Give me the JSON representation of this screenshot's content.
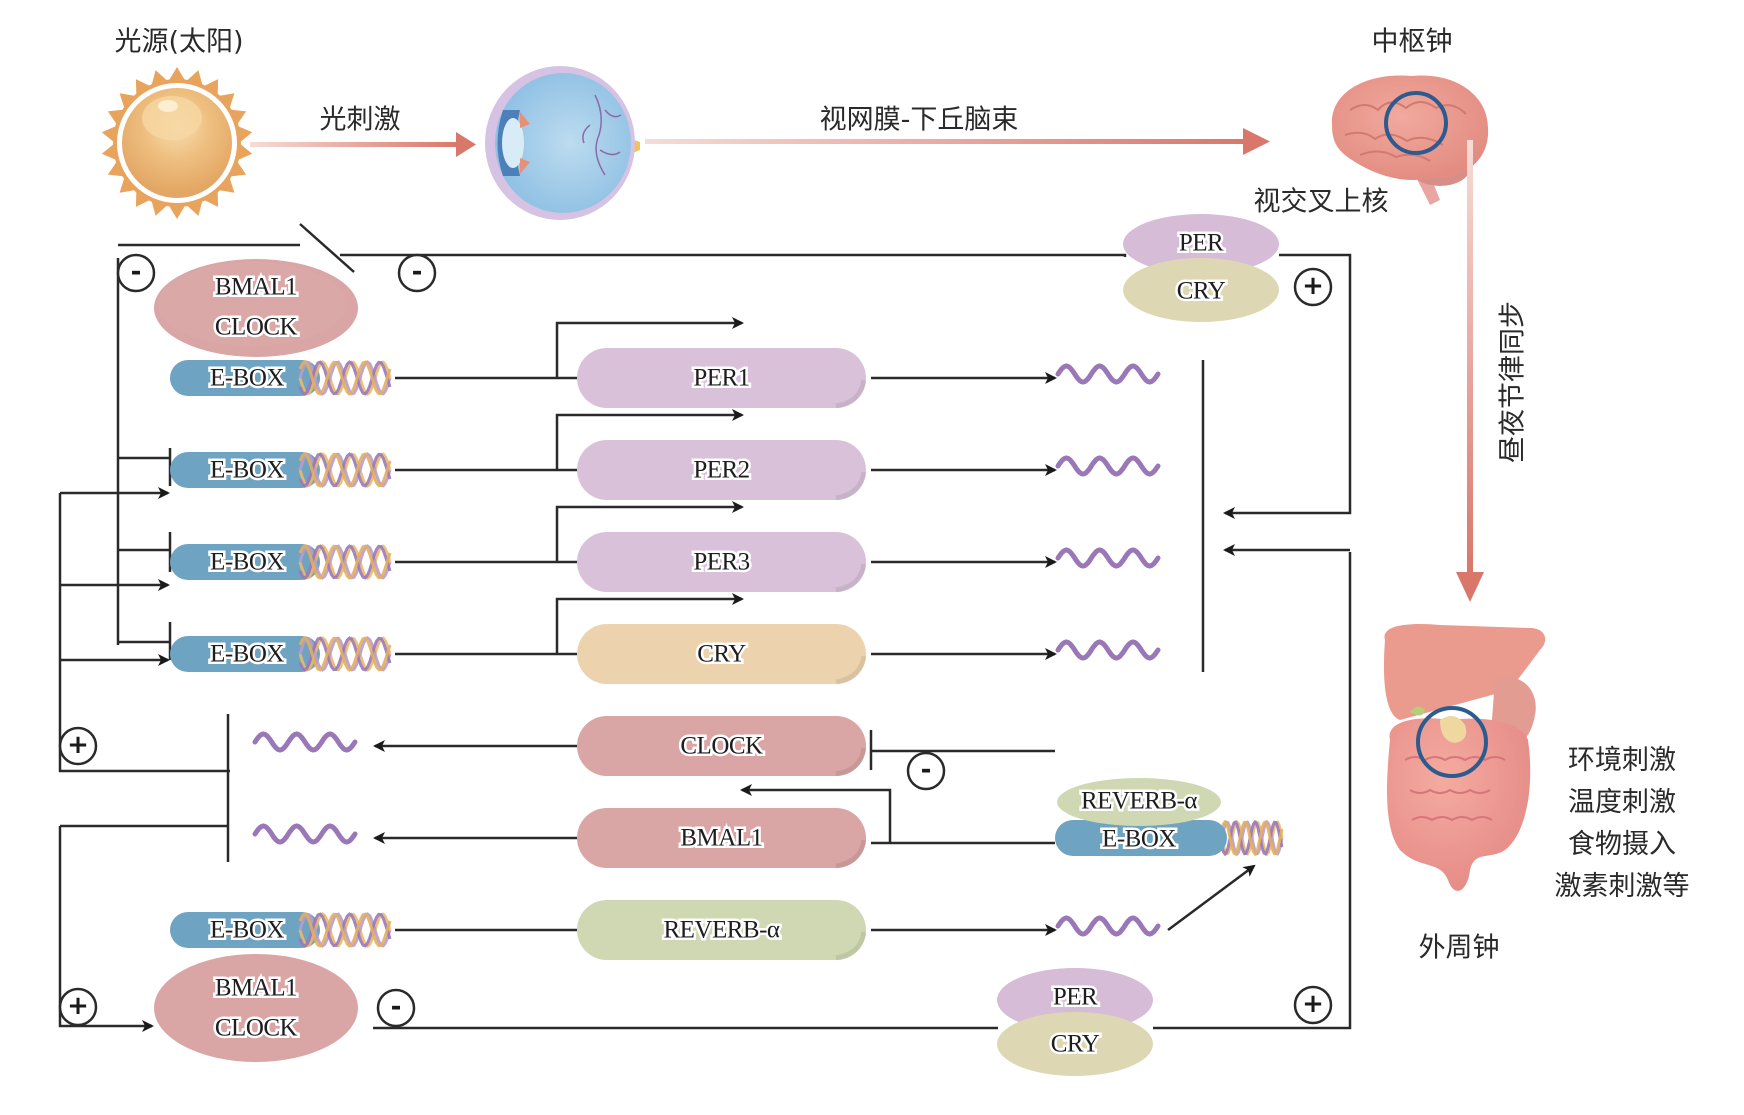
{
  "header": {
    "light_source": "光源(太阳)",
    "light_stimulus": "光刺激",
    "tract": "视网膜-下丘脑束",
    "central_clock": "中枢钟",
    "scn": "视交叉上核",
    "sync": "昼夜节律同步",
    "peripheral_clock": "外周钟"
  },
  "stimuli": [
    "环境刺激",
    "温度刺激",
    "食物摄入",
    "激素刺激等"
  ],
  "complexes": {
    "top_bmal1": "BMAL1",
    "top_clock": "CLOCK",
    "bottom_bmal1": "BMAL1",
    "bottom_clock": "CLOCK",
    "top_per": "PER",
    "top_cry": "CRY",
    "bottom_per": "PER",
    "bottom_cry": "CRY",
    "reverb": "REVERB-α",
    "reverb_ebox": "E-BOX"
  },
  "ebox_label": "E-BOX",
  "genes": [
    {
      "name": "PER1",
      "kind": "per"
    },
    {
      "name": "PER2",
      "kind": "per"
    },
    {
      "name": "PER3",
      "kind": "per"
    },
    {
      "name": "CRY",
      "kind": "cry"
    },
    {
      "name": "CLOCK",
      "kind": "clock"
    },
    {
      "name": "BMAL1",
      "kind": "clock"
    },
    {
      "name": "REVERB-α",
      "kind": "reverb"
    }
  ],
  "signs": {
    "minus": "-",
    "plus": "+"
  },
  "colors": {
    "per": "#d9c2d9",
    "cry_gene": "#ecd3ad",
    "clock": "#d9a5a5",
    "reverb": "#cfd8b2",
    "ebox": "#6fa3c2",
    "cry_complex": "#ddd8b3",
    "mrna": "#9a78b8",
    "arrow_red": "#d9776b",
    "line": "#2a2a2a"
  }
}
